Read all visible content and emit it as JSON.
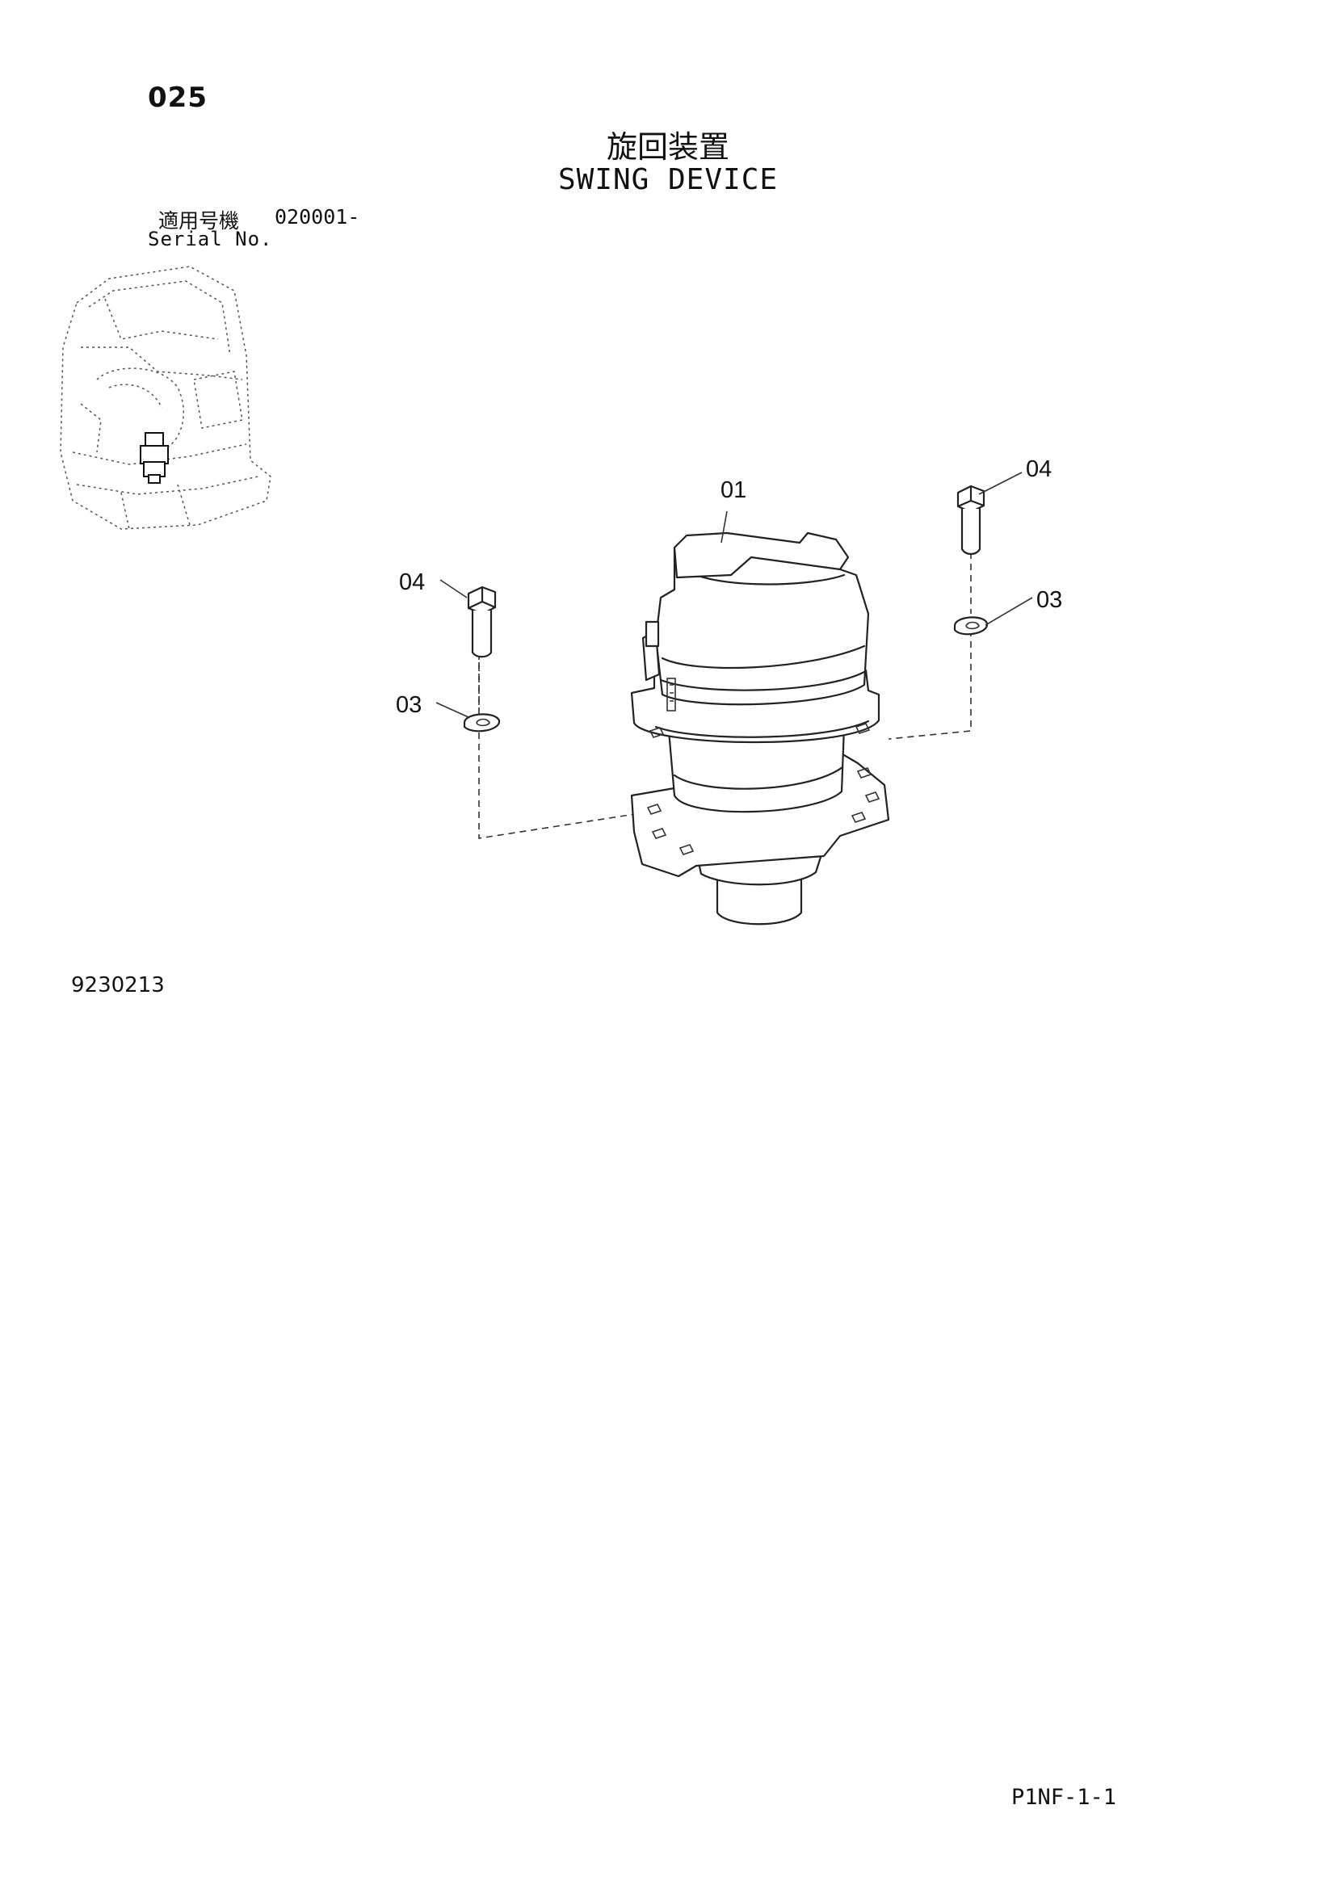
{
  "header": {
    "page_number": "025",
    "title_jp": "旋回装置",
    "title_en": "SWING DEVICE",
    "serial_label_jp": "適用号機",
    "serial_label_en": "Serial No.",
    "serial_value": "020001-"
  },
  "callouts": [
    {
      "id": "01",
      "label": "01"
    },
    {
      "id": "04-left",
      "label": "04"
    },
    {
      "id": "03-left",
      "label": "03"
    },
    {
      "id": "04-right",
      "label": "04"
    },
    {
      "id": "03-right",
      "label": "03"
    }
  ],
  "footer": {
    "drawing_number": "9230213",
    "page_code": "P1NF-1-1"
  },
  "icons": {
    "machine_overview": "excavator-cab-location-icon",
    "swing_motor": "swing-motor-icon",
    "bolt": "bolt-icon",
    "washer": "washer-icon"
  }
}
